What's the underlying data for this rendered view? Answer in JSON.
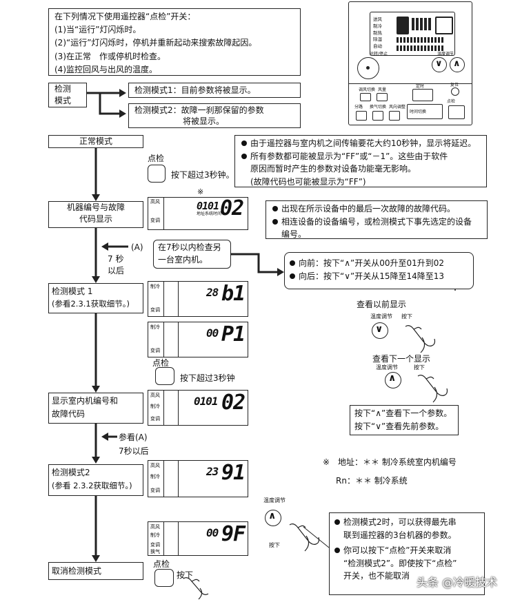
{
  "intro": {
    "lines": [
      "在下列情况下使用遥控器“点检”开关：",
      "(1)当“运行”灯闪烁时。",
      "(2)“运行”灯闪烁时，停机并重新起动来搜索故障起因。",
      "(3)在正常　作或停机时检查。",
      "(4)监控回风与出风的温度。"
    ]
  },
  "check_mode_box": {
    "line1": "检测",
    "line2": "模式"
  },
  "mode1_desc": "检测模式1：目前参数将被显示。",
  "mode2_desc": {
    "line1": "检测模式2：故障一刹那保留的参数",
    "line2": "将被显示。"
  },
  "flow": {
    "normal": "正常模式",
    "machine_code": {
      "line1": "机器编号与故障",
      "line2": "代码显示"
    },
    "mode1": {
      "line1": "检测模式 1",
      "line2": "(参看2.3.1获取细节。)"
    },
    "indoor_code": {
      "line1": "显示室内机编号和",
      "line2": "故障代码"
    },
    "mode2": {
      "line1": "检测模式2",
      "line2": "(参看 2.3.2获取细节。)"
    },
    "cancel": "取消检测模式"
  },
  "press": {
    "label1": "点检",
    "text1": "按下超过3秒钟。",
    "label2": "点检",
    "text2": "按下超过3秒钟",
    "label3": "点检",
    "text3": "按下"
  },
  "seven_sec": {
    "arrow_a": "(A)",
    "line1": "7 秒",
    "line2": "以后"
  },
  "seven_sec2": {
    "arrow_a": "参看(A)",
    "line1": "7秒以后"
  },
  "note_delay": {
    "b1": "由于遥控器与室内机之间传输要花大约10秒钟，显示将延迟。",
    "b2": "所有参数都可能被显示为“FF”或“－1”。这些由于软件",
    "b2a": "原因而暂时产生的参数对设备功能毫无影响。",
    "b2b": "(故障代码也可能被显示为“FF”)"
  },
  "note_last_fault": {
    "b1": "出现在所示设备中的最后一次故障的故障代码。",
    "b2": "相连设备的设备编号，或检测模式下事先选定的设备",
    "b2a": "编号。"
  },
  "check_other": {
    "line1": "在7秒以内检查另",
    "line2": "一台室内机。"
  },
  "forward_back": {
    "fwd": "向前：按下“∧”开关从00升至01升到02",
    "back": "向后：按下“∨”开关从15降至14降至13"
  },
  "view_prev": {
    "title": "查看以前显示",
    "btn_label": "温度调节",
    "press": "按下"
  },
  "view_next": {
    "title": "查看下一个显示",
    "btn_label": "温度调节",
    "press": "按下"
  },
  "updown_note": {
    "line1": "按下“∧”查看下一个参数。",
    "line2": "按下“∨”查看先前参数。"
  },
  "legend": {
    "line1": "※　地址：＊＊ 制冷系统室内机编号",
    "line2": "Rn：＊＊ 制冷系统"
  },
  "mode2_btn": {
    "label": "温度调节",
    "press": "按下"
  },
  "note_mode2": {
    "b1": "检测模式2时，可以获得最先串",
    "b1a": "联到遥控器的3台机器的参数。",
    "b2": "你可以按下“点检”开关来取消",
    "b2a": "“检测模式2”。即使按下“点检”",
    "b2b": "开关，也不能取消"
  },
  "watermark": "头条 @冷暖技术",
  "asterisk": "※",
  "lcd": {
    "side_top": "高风",
    "side_mid": "制冷",
    "side_bot": "变调",
    "side_extra": "换气",
    "sub_addr": "地址",
    "sub_sys": "系统时间",
    "d1_small": "0101",
    "d1_big": "02",
    "d2_small": "28",
    "d2_big": "b1",
    "d3_small": "00",
    "d3_big": "P1",
    "d4_small": "0101",
    "d4_big": "02",
    "d5_small": "23",
    "d5_big": "91",
    "d6_small": "00",
    "d6_big": "9F"
  },
  "remote": {
    "screen_labels": [
      "送风",
      "制冷",
      "制热",
      "除湿",
      "自动"
    ],
    "btn_onoff": "运转/停止",
    "btn_temp": "温度调节",
    "btn_row1": [
      "调风切换",
      "风量"
    ],
    "btn_row1b": "定时",
    "btn_row2": [
      "分路",
      "换气切换",
      "风向调整"
    ],
    "btn_row2b": "时间切换",
    "btn_check": "复位",
    "btn_check2": "点检"
  }
}
